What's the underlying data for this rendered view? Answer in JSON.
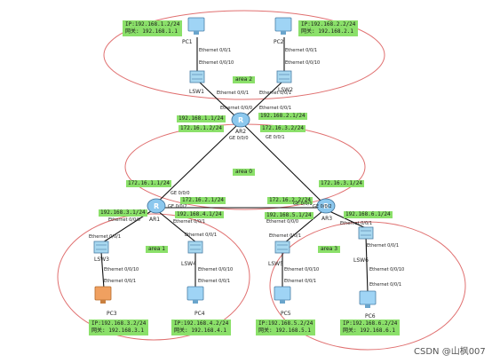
{
  "areas": {
    "area2": "area 2",
    "area0": "area 0",
    "area1": "area 1",
    "area3": "area 3"
  },
  "devices": {
    "pc1": "PC1",
    "pc2": "PC2",
    "pc3": "PC3",
    "pc4": "PC4",
    "pc5": "PC5",
    "pc6": "PC6",
    "lsw1": "LSW1",
    "lsw2": "LSW2",
    "lsw3": "LSW3",
    "lsw4": "LSW4",
    "lsw5": "LSW5",
    "lsw6": "LSW6",
    "ar1": "AR1",
    "ar2": "AR2",
    "ar3": "AR3"
  },
  "pc_config": {
    "pc1_ip": "IP:192.168.1.2/24",
    "pc1_gw": "网关: 192.168.1.1",
    "pc2_ip": "IP:192.168.2.2/24",
    "pc2_gw": "网关: 192.168.2.1",
    "pc3_ip": "IP:192.168.3.2/24",
    "pc3_gw": "网关: 192.168.3.1",
    "pc4_ip": "IP:192.168.4.2/24",
    "pc4_gw": "网关: 192.168.4.1",
    "pc5_ip": "IP:192.168.5.2/24",
    "pc5_gw": "网关: 192.168.5.1",
    "pc6_ip": "IP:192.168.6.2/24",
    "pc6_gw": "网关: 192.168.6.1"
  },
  "router_ips": {
    "ar2_g000": "192.168.1.1/24",
    "ar2_g001": "192.168.2.1/24",
    "ar2_to_ar1": "172.16.1.2/24",
    "ar2_to_ar3": "172.16.3.2/24",
    "ar1_to_ar2": "172.16.1.1/24",
    "ar1_to_ar3": "172.16.2.1/24",
    "ar3_to_ar1": "172.16.2.2/24",
    "ar3_to_ar2": "172.16.3.1/24",
    "ar1_lan3": "192.168.3.1/24",
    "ar1_lan4": "192.168.4.1/24",
    "ar3_lan5": "192.168.5.1/24",
    "ar3_lan6": "192.168.6.1/24"
  },
  "ports": {
    "eth001": "Ethernet 0/0/1",
    "eth0010": "Ethernet 0/0/10",
    "eth000": "Ethernet 0/0/0",
    "ge000": "GE 0/0/0",
    "ge001": "GE 0/0/1",
    "ge002": "GE 0/0/2"
  },
  "watermark": "CSDN @山枫007"
}
